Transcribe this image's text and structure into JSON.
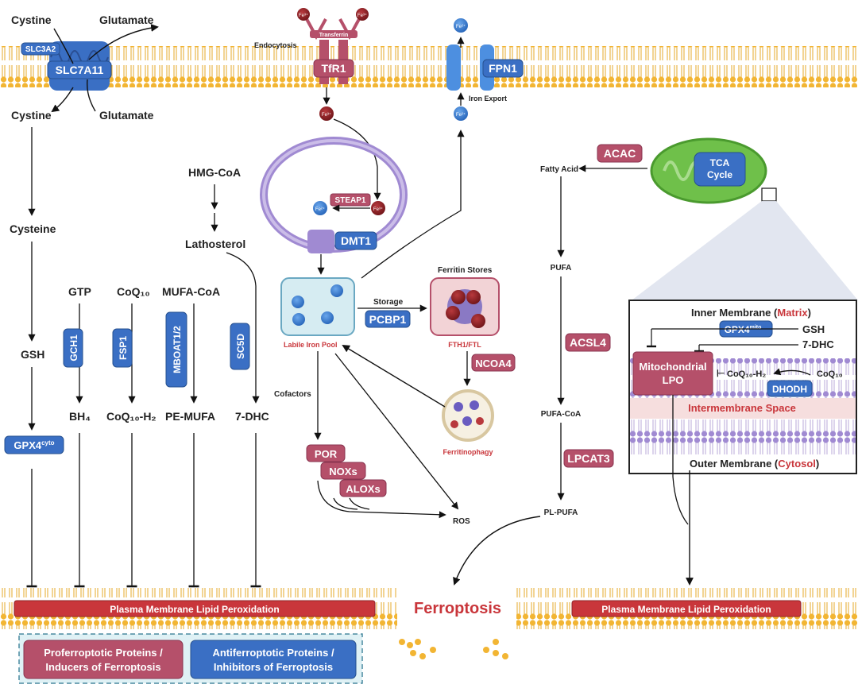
{
  "colors": {
    "pro": "#b5506a",
    "anti": "#3a6fc4",
    "membrane_head": "#f2b533",
    "lipid_red": "#c9363b",
    "iron3": "#8b1e22",
    "iron2": "#3b82d6",
    "mito": "#6fc04a"
  },
  "labels": {
    "cystine_top": "Cystine",
    "glutamate_top": "Glutamate",
    "cystine_bottom": "Cystine",
    "glutamate_bottom": "Glutamate",
    "endocytosis": "Endocytosis",
    "transferrin": "Transferrin",
    "iron_export": "Iron Export",
    "cysteine": "Cysteine",
    "gsh": "GSH",
    "hmg_coa": "HMG-CoA",
    "lathosterol": "Lathosterol",
    "gtp": "GTP",
    "coq10": "CoQ₁₀",
    "mufa_coa": "MUFA-CoA",
    "bh4": "BH₄",
    "coq10h2": "CoQ₁₀-H₂",
    "pe_mufa": "PE-MUFA",
    "dhc7": "7-DHC",
    "labile_iron_pool": "Labile Iron Pool",
    "storage": "Storage",
    "ferritin_stores": "Ferritin Stores",
    "fth1_ftl": "FTH1/FTL",
    "ferritinophagy": "Ferritinophagy",
    "cofactors": "Cofactors",
    "ros": "ROS",
    "fatty_acid": "Fatty Acid",
    "pufa": "PUFA",
    "pufa_coa": "PUFA-CoA",
    "pl_pufa": "PL-PUFA",
    "tca_cycle_1": "TCA",
    "tca_cycle_2": "Cycle",
    "ferroptosis": "Ferroptosis",
    "plasma_lpo_left": "Plasma Membrane Lipid Peroxidation",
    "plasma_lpo_right": "Plasma Membrane Lipid Peroxidation",
    "inner_membrane": "Inner Membrane (",
    "matrix": "Matrix",
    "close_paren": ")",
    "gsh_mito": "GSH",
    "dhc7_mito": "7-DHC",
    "mito_lpo_1": "Mitochondrial",
    "mito_lpo_2": "LPO",
    "coq10h2_mito": "CoQ₁₀-H₂",
    "coq10_mito": "CoQ₁₀",
    "intermembrane_space": "Intermembrane Space",
    "outer_membrane": "Outer Membrane (",
    "cytosol": "Cytosol",
    "fe3": "Fe³⁺",
    "fe2": "Fe²⁺"
  },
  "proteins": {
    "slc3a2": "SLC3A2",
    "slc7a11": "SLC7A11",
    "tfr1": "TfR1",
    "fpn1": "FPN1",
    "steap1": "STEAP1",
    "dmt1": "DMT1",
    "pcbp1": "PCBP1",
    "ncoa4": "NCOA4",
    "gch1": "GCH1",
    "fsp1": "FSP1",
    "mboat": "MBOAT1/2",
    "sc5d": "SC5D",
    "gpx4_cyto": "GPX4",
    "cyto_sup": "cyto",
    "gpx4_mito": "GPX4",
    "mito_sup": "mito",
    "dhodh": "DHODH",
    "por": "POR",
    "noxs": "NOXs",
    "aloxs": "ALOXs",
    "acac": "ACAC",
    "acsl4": "ACSL4",
    "lpcat3": "LPCAT3"
  },
  "legend": {
    "pro_line1": "Proferroptotic Proteins /",
    "pro_line2": "Inducers of Ferroptosis",
    "anti_line1": "Antiferroptotic Proteins /",
    "anti_line2": "Inhibitors of Ferroptosis"
  }
}
